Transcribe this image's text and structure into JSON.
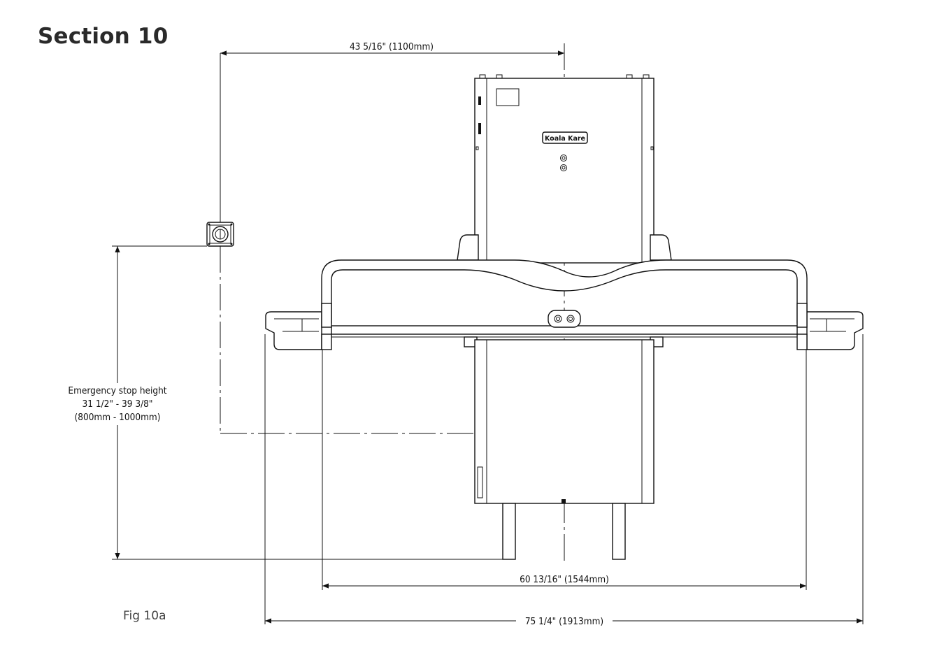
{
  "header": {
    "title": "Section 10"
  },
  "figure": {
    "caption": "Fig 10a",
    "brand_label": "Koala Kare",
    "dimensions": {
      "estop_offset": "43 5/16\" (1100mm)",
      "overall_width": "75 1/4\" (1913mm)",
      "table_width": "60 13/16\" (1544mm)",
      "estop_height_line1": "Emergency stop height",
      "estop_height_line2": "31 1/2\" - 39 3/8\"",
      "estop_height_line3": "(800mm - 1000mm)"
    },
    "icons": [
      "emergency-stop-icon",
      "arrow-icon"
    ]
  }
}
